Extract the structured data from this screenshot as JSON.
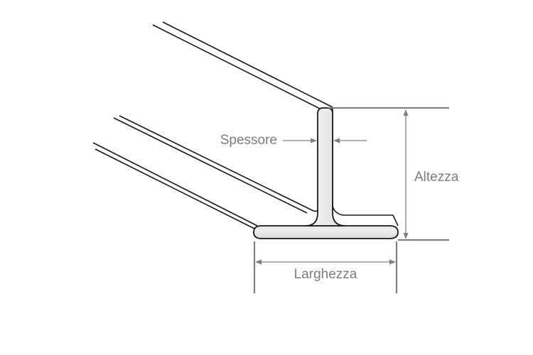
{
  "diagram": {
    "title": "T-profile cross-section dimension diagram",
    "subject": "T-beam extruded profile",
    "language": "it",
    "background_color": "#ffffff",
    "profile": {
      "fill_color": "#e9e9e9",
      "stroke_color": "#1a1a1a",
      "shape_name": "t-profile"
    },
    "dimension_line_color": "#808080",
    "label_color": "#7d7d7d",
    "labels": {
      "thickness": "Spessore",
      "height": "Altezza",
      "width": "Larghezza"
    }
  }
}
